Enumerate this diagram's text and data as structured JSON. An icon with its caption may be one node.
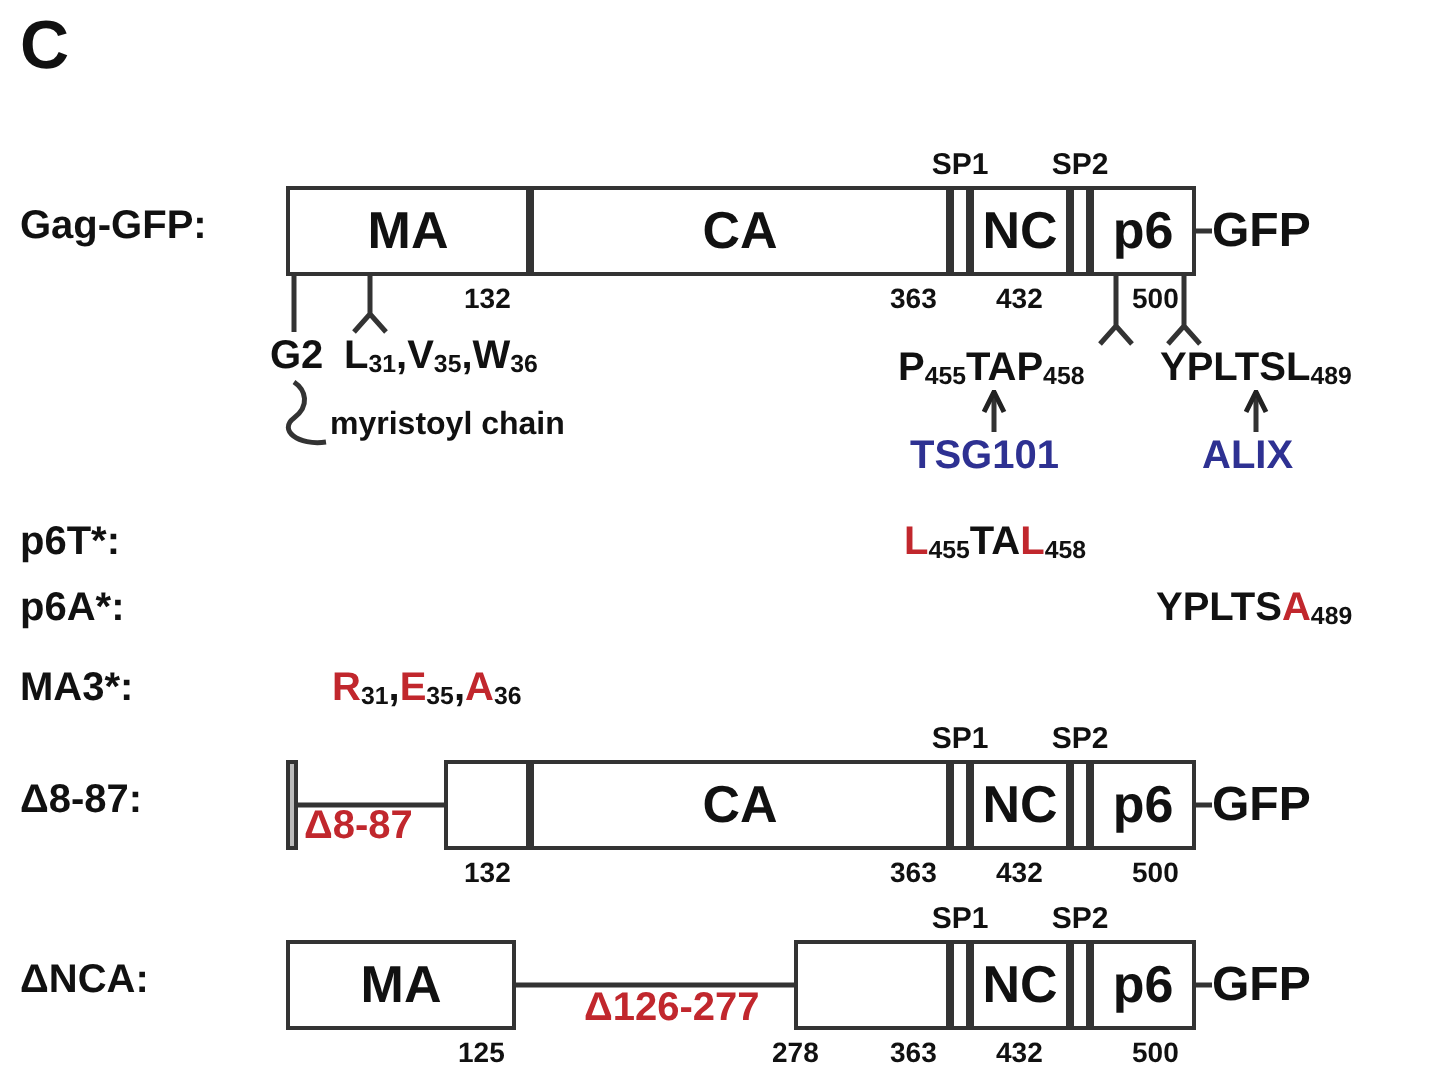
{
  "diagram": {
    "title": "C",
    "nodes": [
      {
        "text": [
          "MA"
        ]
      },
      {
        "text": [
          "CA"
        ]
      },
      {
        "text": [
          "SP1"
        ]
      },
      {
        "text": [
          "NC"
        ]
      },
      {
        "text": [
          "SP2"
        ]
      },
      {
        "text": [
          "p6"
        ]
      },
      {
        "text": [
          "GFP"
        ]
      },
      {
        "text": [
          "G2"
        ]
      },
      {
        "text": [
          "L$_{31}$,V$_{35}$,W$_{36}$"
        ]
      },
      {
        "text": [
          "P$_{455}$TAP$_{458}$"
        ]
      },
      {
        "text": [
          "YPLTSL$_{489}$"
        ]
      },
      {
        "text": [
          "myristoyl chain"
        ]
      },
      {
        "text": [
          "TSG101"
        ]
      },
      {
        "text": [
          "ALIX"
        ]
      },
      {
        "text": [],
        "shape": "bar"
      },
      {
        "text": [],
        "shape": "box"
      },
      {
        "text": [
          "CA"
        ]
      },
      {
        "text": [
          "SP1"
        ]
      },
      {
        "text": [
          "NC"
        ]
      },
      {
        "text": [
          "SP2"
        ]
      },
      {
        "text": [
          "p6"
        ]
      },
      {
        "text": [
          "GFP"
        ]
      },
      {
        "text": [
          "MA"
        ]
      },
      {
        "text": [],
        "shape": "box"
      },
      {
        "text": [
          "SP1"
        ]
      },
      {
        "text": [
          "NC"
        ]
      },
      {
        "text": [
          "SP2"
        ]
      },
      {
        "text": [
          "p6"
        ]
      },
      {
        "text": [
          "GFP"
        ]
      }
    ],
    "edges": [
      {
        "from": 0,
        "to": 7,
        "arrow": "none"
      },
      {
        "from": 0,
        "to": 8,
        "arrow": "none"
      },
      {
        "from": 5,
        "to": 9,
        "arrow": "none"
      },
      {
        "from": 5,
        "to": 10,
        "arrow": "none"
      },
      {
        "from": 11,
        "to": 7,
        "arrow": "none"
      },
      {
        "from": 12,
        "to": 9,
        "arrow": "to"
      },
      {
        "from": 13,
        "to": 10,
        "arrow": "to"
      },
      {
        "from": 5,
        "to": 6,
        "arrow": "none"
      },
      {
        "from": 14,
        "to": 15,
        "arrow": "none"
      },
      {
        "from": 20,
        "to": 21,
        "arrow": "none"
      },
      {
        "from": 22,
        "to": 23,
        "arrow": "none"
      },
      {
        "from": 27,
        "to": 28,
        "arrow": "none"
      }
    ],
    "labels": [
      "Gag-GFP:",
      "132",
      "363",
      "432",
      "500",
      "p6T*:",
      "**L**$_{455}$TA**L**$_{458}$",
      "p6A*:",
      "YPLTS**A**$_{489}$",
      "MA3*:",
      "**R**$_{31}$,**E**$_{35}$,**A**$_{36}$",
      "Δ8-87:",
      "Δ8-87",
      "132",
      "363",
      "432",
      "500",
      "ΔNCA:",
      "125",
      "Δ126-277",
      "278",
      "363",
      "432",
      "500"
    ]
  }
}
